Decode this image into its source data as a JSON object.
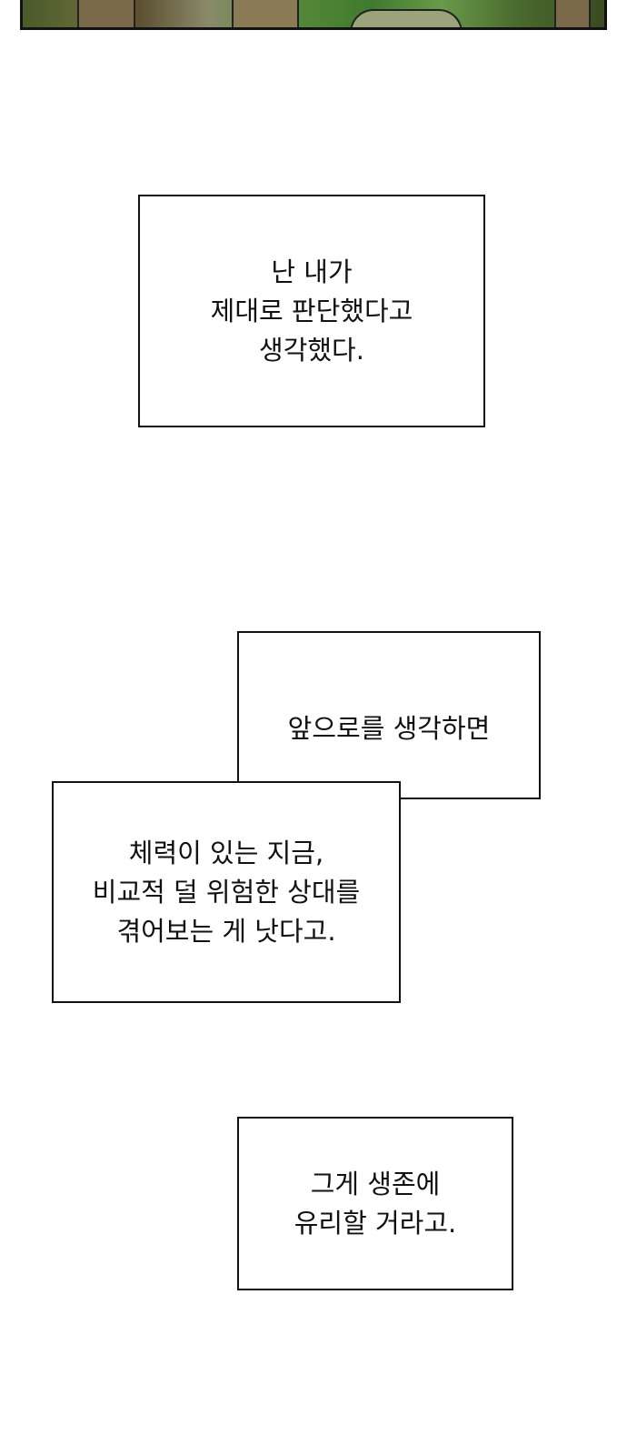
{
  "captions": [
    {
      "id": "caption-1",
      "text": "난 내가\n제대로 판단했다고\n생각했다."
    },
    {
      "id": "caption-2",
      "text": "앞으로를 생각하면"
    },
    {
      "id": "caption-3",
      "text": "체력이 있는 지금,\n비교적 덜 위험한 상대를\n겪어보는 게 낫다고."
    },
    {
      "id": "caption-4",
      "text": "그게 생존에\n유리할 거라고."
    }
  ]
}
